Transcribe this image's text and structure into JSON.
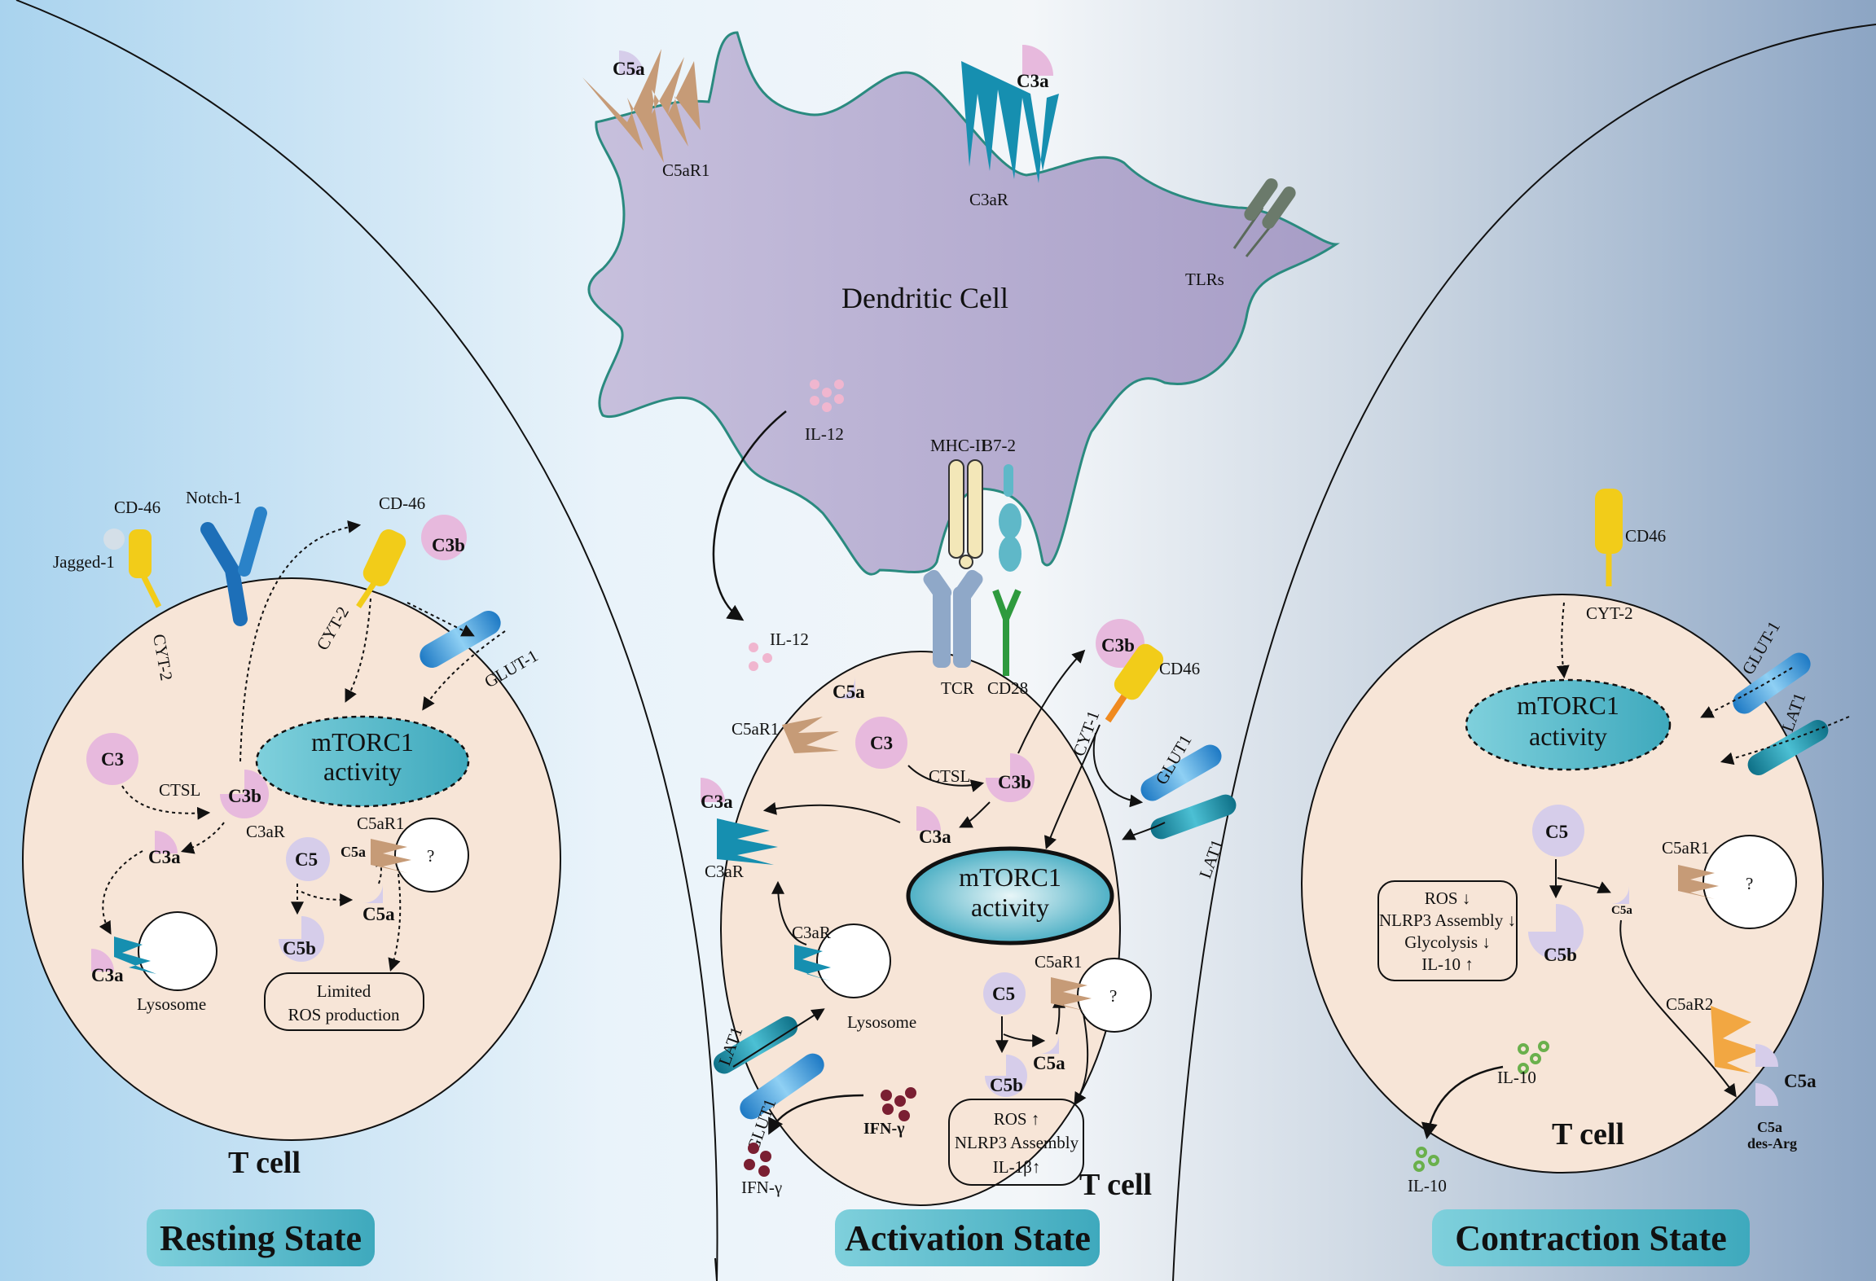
{
  "colors": {
    "background_left": "#a9d3ee",
    "background_right": "#8ca5c4",
    "dendritic_cell": "#b3a9d0",
    "t_cell": "#f7e5d7",
    "complement_pink": "#e7b9dd",
    "c5_lilac": "#d6cdea",
    "cd46_yellow": "#f2cc19",
    "c5ar1_tan": "#c69b77",
    "c3ar_teal": "#168fb0",
    "mtorc_fill": "#a8dbe6",
    "state_label": "#5fb8c8"
  },
  "dendritic": {
    "title": "Dendritic Cell",
    "c5a": "C5a",
    "c5ar1": "C5aR1",
    "c3a": "C3a",
    "c3ar": "C3aR",
    "tlrs": "TLRs",
    "il12": "IL-12",
    "mhc2": "MHC-II",
    "b72": "B7-2"
  },
  "resting": {
    "state": "Resting State",
    "tcell": "T cell",
    "cd46_a": "CD-46",
    "jagged": "Jagged-1",
    "notch": "Notch-1",
    "cyt2_a": "CYT-2",
    "cd46_b": "CD-46",
    "c3b_out": "C3b",
    "cyt2_b": "CYT-2",
    "glut1": "GLUT-1",
    "mtorc_line1": "mTORC1",
    "mtorc_line2": "activity",
    "c3": "C3",
    "ctsl": "CTSL",
    "c3b": "C3b",
    "c3ar": "C3aR",
    "c3a": "C3a",
    "c5": "C5",
    "c5ar1": "C5aR1",
    "c5a_rec": "C5a",
    "question": "?",
    "c5b": "C5b",
    "c5a": "C5a",
    "c3a_lys": "C3a",
    "lysosome": "Lysosome",
    "ros_line1": "Limited",
    "ros_line2": "ROS production"
  },
  "activation": {
    "state": "Activation State",
    "tcell": "T cell",
    "il12": "IL-12",
    "tcr": "TCR",
    "cd28": "CD28",
    "c3b_out": "C3b",
    "cd46": "CD46",
    "c5a_rec": "C5a",
    "c5ar1_rec": "C5aR1",
    "c3": "C3",
    "ctsl": "CTSL",
    "c3b": "C3b",
    "cyt1": "CYT-1",
    "glut1_r": "GLUT1",
    "lat1_r": "LAT1",
    "c3a_rec": "C3a",
    "c3ar_rec": "C3aR",
    "c3a": "C3a",
    "mtorc_line1": "mTORC1",
    "mtorc_line2": "activity",
    "c3ar_lys": "C3aR",
    "lysosome": "Lysosome",
    "c5": "C5",
    "c5ar1": "C5aR1",
    "question": "?",
    "c5b": "C5b",
    "c5a": "C5a",
    "ros_line1": "ROS ↑",
    "ros_line2": "NLRP3 Assembly",
    "ros_line3": "IL-1β↑",
    "lat1_l": "LAT1",
    "glut1_l": "GLUT1",
    "ifng_in": "IFN-γ",
    "ifng_out": "IFN-γ"
  },
  "contraction": {
    "state": "Contraction State",
    "tcell": "T cell",
    "cd46": "CD46",
    "cyt2": "CYT-2",
    "glut1": "GLUT-1",
    "lat1": "LAT1",
    "mtorc_line1": "mTORC1",
    "mtorc_line2": "activity",
    "c5": "C5",
    "c5b": "C5b",
    "c5a_small": "C5a",
    "box_line1": "ROS ↓",
    "box_line2": "NLRP3 Assembly ↓",
    "box_line3": "Glycolysis ↓",
    "box_line4": "IL-10 ↑",
    "c5ar1": "C5aR1",
    "question": "?",
    "c5ar2": "C5aR2",
    "c5a": "C5a",
    "c5a_desarg_1": "C5a",
    "c5a_desarg_2": "des-Arg",
    "il10_in": "IL-10",
    "il10_out": "IL-10"
  }
}
